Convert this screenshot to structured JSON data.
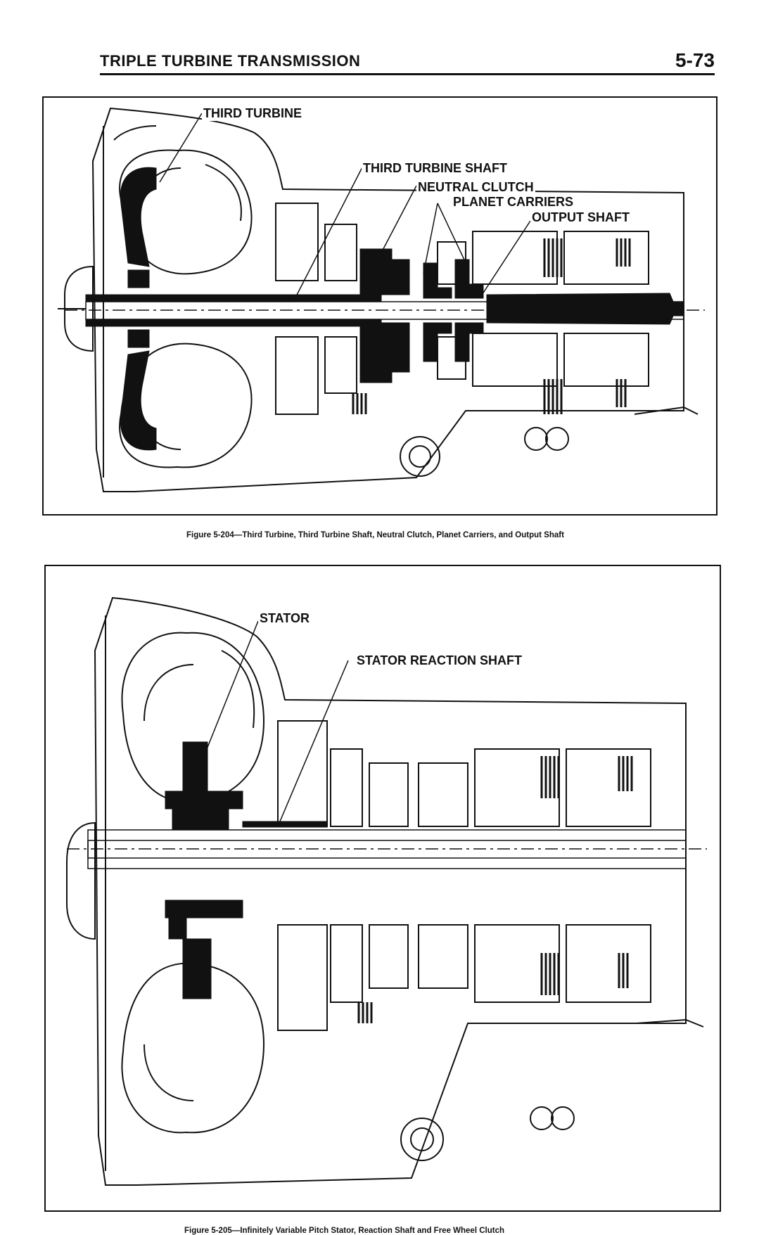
{
  "header": {
    "title": "TRIPLE TURBINE TRANSMISSION",
    "page_number": "5-73"
  },
  "figure_204": {
    "labels": {
      "third_turbine": "THIRD TURBINE",
      "third_turbine_shaft": "THIRD TURBINE SHAFT",
      "neutral_clutch": "NEUTRAL CLUTCH",
      "planet_carriers": "PLANET CARRIERS",
      "output_shaft": "OUTPUT SHAFT"
    },
    "caption": "Figure 5-204—Third Turbine, Third Turbine Shaft, Neutral Clutch, Planet Carriers, and Output Shaft"
  },
  "figure_205": {
    "labels": {
      "stator": "STATOR",
      "stator_reaction_shaft": "STATOR REACTION SHAFT"
    },
    "caption": "Figure 5-205—Infinitely Variable Pitch Stator, Reaction Shaft and Free Wheel Clutch"
  },
  "colors": {
    "ink": "#111111",
    "paper": "#ffffff"
  }
}
